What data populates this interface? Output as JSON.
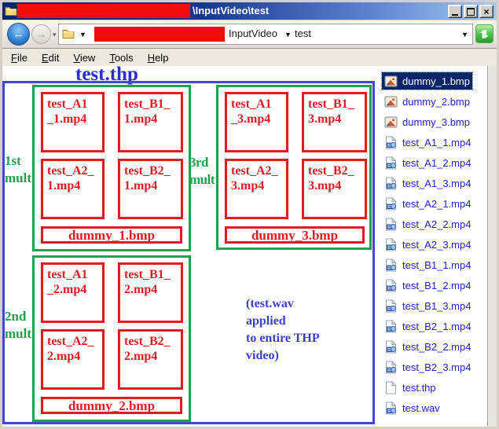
{
  "window": {
    "title": "\\InputVideo\\test"
  },
  "icons": {
    "close": "×",
    "chevron_down": "▼",
    "chevron_down_small": "▾",
    "back_arrow": "←",
    "forward_arrow": "→"
  },
  "navbar": {
    "breadcrumb_root": "InputVideo",
    "breadcrumb_current": "test"
  },
  "menubar": {
    "items": [
      {
        "accel": "F",
        "rest": "ile"
      },
      {
        "accel": "E",
        "rest": "dit"
      },
      {
        "accel": "V",
        "rest": "iew"
      },
      {
        "accel": "T",
        "rest": "ools"
      },
      {
        "accel": "H",
        "rest": "elp"
      }
    ]
  },
  "diagram": {
    "title": "test.thp",
    "annotation": "(test.wav\napplied\nto entire THP\nvideo)",
    "colors": {
      "outer_box_blue": "#4347d2",
      "group_green": "#1ea24c",
      "cell_red": "#e01d23",
      "title_blue": "#2a2ed2",
      "annotation_blue": "#3b3fc9",
      "censor_red": "#f20d0d"
    },
    "groups": [
      {
        "label": "1st\nmult",
        "cells": [
          "test_A1\n_1.mp4",
          "test_B1_\n1.mp4",
          "test_A2_\n1.mp4",
          "test_B2_\n1.mp4"
        ],
        "dummy": "dummy_1.bmp"
      },
      {
        "label": "2nd\nmult",
        "cells": [
          "test_A1\n_2.mp4",
          "test_B1_\n2.mp4",
          "test_A2_\n2.mp4",
          "test_B2_\n2.mp4"
        ],
        "dummy": "dummy_2.bmp"
      },
      {
        "label": "3rd\nmult",
        "cells": [
          "test_A1\n_3.mp4",
          "test_B1_\n3.mp4",
          "test_A2_\n3.mp4",
          "test_B2_\n3.mp4"
        ],
        "dummy": "dummy_3.bmp"
      }
    ]
  },
  "files": {
    "items": [
      {
        "name": "dummy_1.bmp",
        "icon": "bmp-image-icon",
        "selected": true
      },
      {
        "name": "dummy_2.bmp",
        "icon": "bmp-image-icon",
        "selected": false
      },
      {
        "name": "dummy_3.bmp",
        "icon": "bmp-image-icon",
        "selected": false
      },
      {
        "name": "test_A1_1.mp4",
        "icon": "media-file-icon",
        "selected": false
      },
      {
        "name": "test_A1_2.mp4",
        "icon": "media-file-icon",
        "selected": false
      },
      {
        "name": "test_A1_3.mp4",
        "icon": "media-file-icon",
        "selected": false
      },
      {
        "name": "test_A2_1.mp4",
        "icon": "media-file-icon",
        "selected": false
      },
      {
        "name": "test_A2_2.mp4",
        "icon": "media-file-icon",
        "selected": false
      },
      {
        "name": "test_A2_3.mp4",
        "icon": "media-file-icon",
        "selected": false
      },
      {
        "name": "test_B1_1.mp4",
        "icon": "media-file-icon",
        "selected": false
      },
      {
        "name": "test_B1_2.mp4",
        "icon": "media-file-icon",
        "selected": false
      },
      {
        "name": "test_B1_3.mp4",
        "icon": "media-file-icon",
        "selected": false
      },
      {
        "name": "test_B2_1.mp4",
        "icon": "media-file-icon",
        "selected": false
      },
      {
        "name": "test_B2_2.mp4",
        "icon": "media-file-icon",
        "selected": false
      },
      {
        "name": "test_B2_3.mp4",
        "icon": "media-file-icon",
        "selected": false
      },
      {
        "name": "test.thp",
        "icon": "document-icon",
        "selected": false
      },
      {
        "name": "test.wav",
        "icon": "media-file-icon",
        "selected": false
      }
    ]
  }
}
